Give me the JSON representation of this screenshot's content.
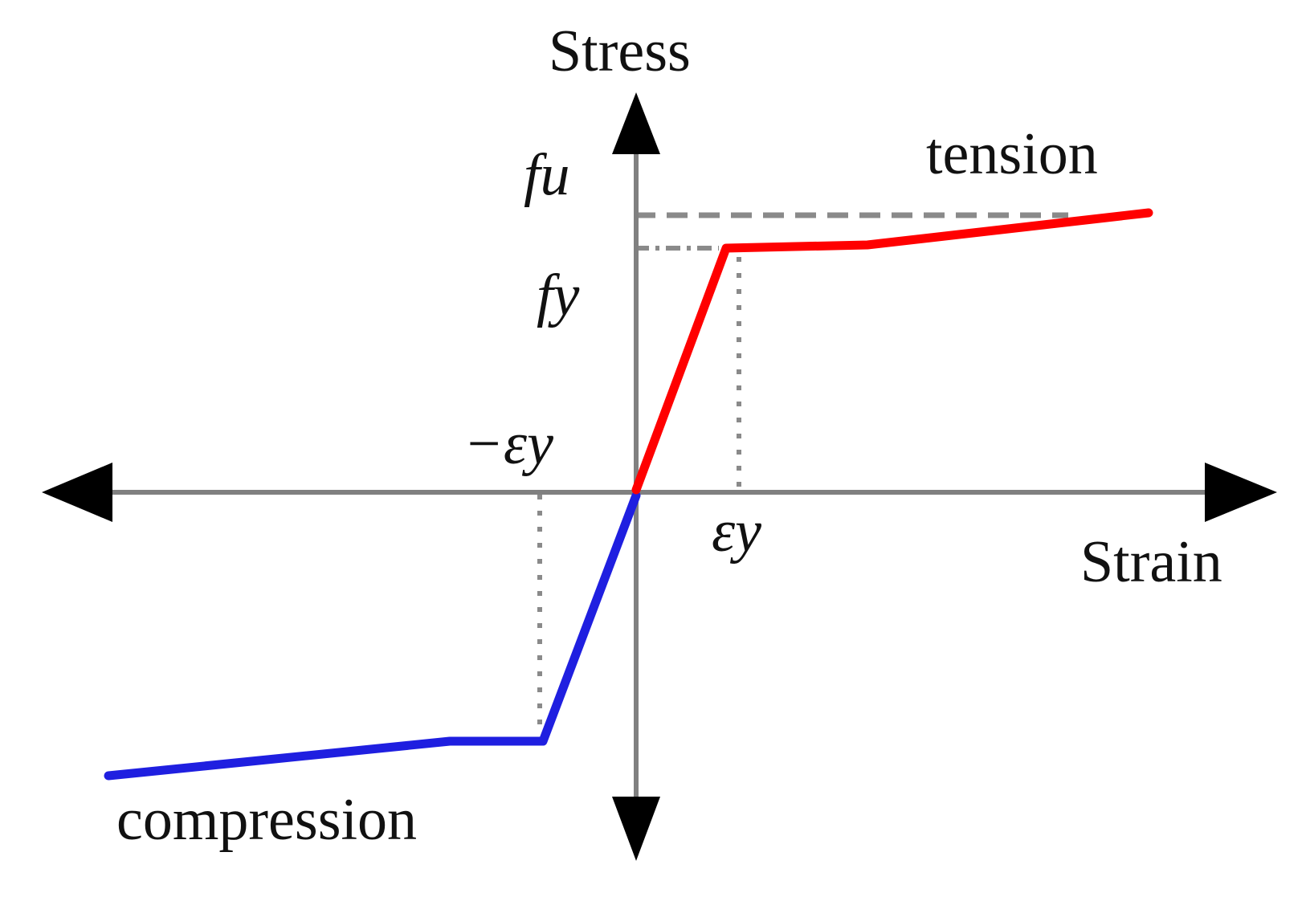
{
  "labels": {
    "y_axis": "Stress",
    "x_axis": "Strain",
    "fu": "fu",
    "fy": "fy",
    "neg_eps_y": "−εy",
    "eps_y": "εy",
    "tension": "tension",
    "compression": "compression"
  },
  "colors": {
    "axes": "#808080",
    "guides": "#8a8a8a",
    "arrowheads": "#000000",
    "tension": "#ff0000",
    "compression": "#1f1fe0"
  },
  "curves": {
    "tension": {
      "elastic": [
        "origin",
        "(εy, fy)"
      ],
      "hardening": [
        "(εy, fy)",
        "fu"
      ]
    },
    "compression": {
      "elastic": [
        "origin",
        "(−εy, −fy)"
      ],
      "hardening": [
        "(−εy, −fy)",
        "beyond"
      ]
    }
  }
}
